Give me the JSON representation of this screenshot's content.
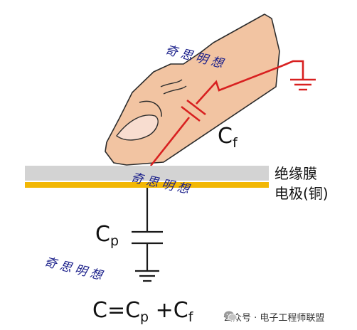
{
  "labels": {
    "insulating_film": "绝缘膜",
    "electrode": "电极(铜)",
    "cf_main": "C",
    "cf_sub": "f",
    "cp_main": "C",
    "cp_sub": "p",
    "formula_lhs": "C=C",
    "formula_p": "p",
    "formula_plus": " +C",
    "formula_f": "f"
  },
  "watermark": "奇思明想",
  "footer": {
    "source": "公众号 · 电子工程师联盟",
    "icon": "wechat-icon"
  },
  "colors": {
    "finger_skin": "#f2c4a2",
    "insulating_film": "#d3d3d3",
    "electrode": "#f2b705",
    "finger_circuit": "#d82020",
    "ground_lead": "#1a1a1a",
    "watermark": "#1a1f8a"
  }
}
